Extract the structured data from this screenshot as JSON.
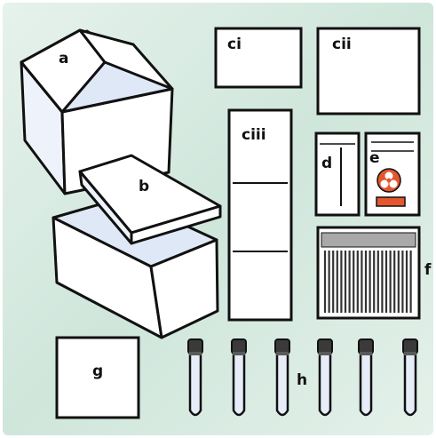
{
  "labels": {
    "a": "a",
    "b": "b",
    "ci": "ci",
    "cii": "cii",
    "ciii": "ciii",
    "d": "d",
    "e": "e",
    "f": "f",
    "g": "g",
    "h": "h"
  },
  "icons": {
    "biohazard": "biohazard-icon"
  },
  "colors": {
    "background_light": "#e9f4ef",
    "background_mid": "#cde5db",
    "box_face": "#ffffff",
    "box_shade": "#dfe8f7",
    "outline": "#111111",
    "biohazard_orange": "#e4572e",
    "tube_cap": "#3a3a3a",
    "tube_body": "#e6edf8"
  }
}
